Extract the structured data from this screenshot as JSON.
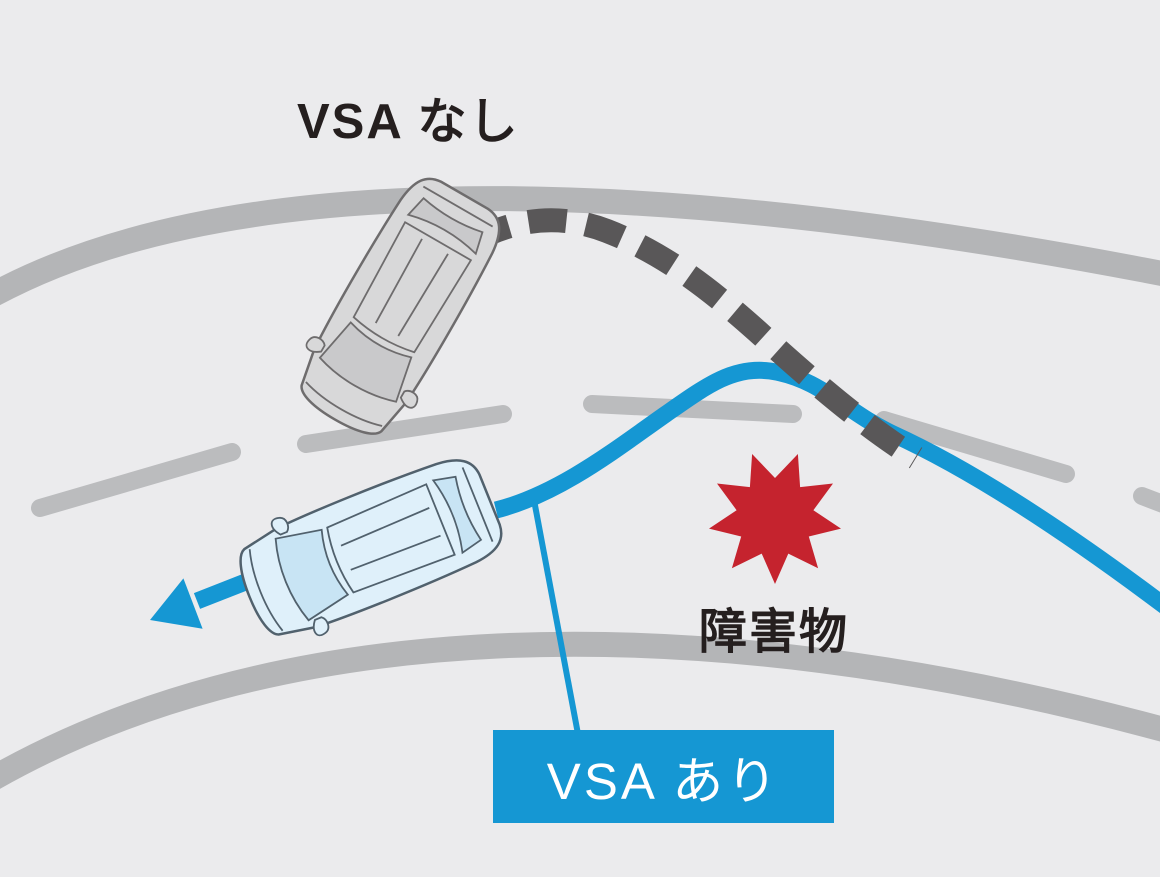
{
  "diagram": {
    "type": "vehicle-stability-assist-comparison",
    "labels": {
      "without_vsa": "VSA なし",
      "with_vsa": "VSA あり",
      "obstacle": "障害物"
    },
    "icons": {
      "car_without_vsa": "spinning-car-top-view-icon",
      "car_with_vsa": "stable-car-top-view-icon",
      "obstacle": "red-starburst-icon",
      "trajectory_without_vsa": "dark-dashed-skid-path",
      "trajectory_with_vsa": "blue-curve-with-arrow"
    },
    "colors": {
      "background": "#ebebed",
      "road_edge": "#b4b5b7",
      "lane_dash": "#bbbcbe",
      "skid_dash": "#595758",
      "vsa_blue": "#1597d3",
      "obstacle_red": "#c5232e",
      "text_dark": "#251f1f",
      "label_text_white": "#ffffff"
    }
  }
}
